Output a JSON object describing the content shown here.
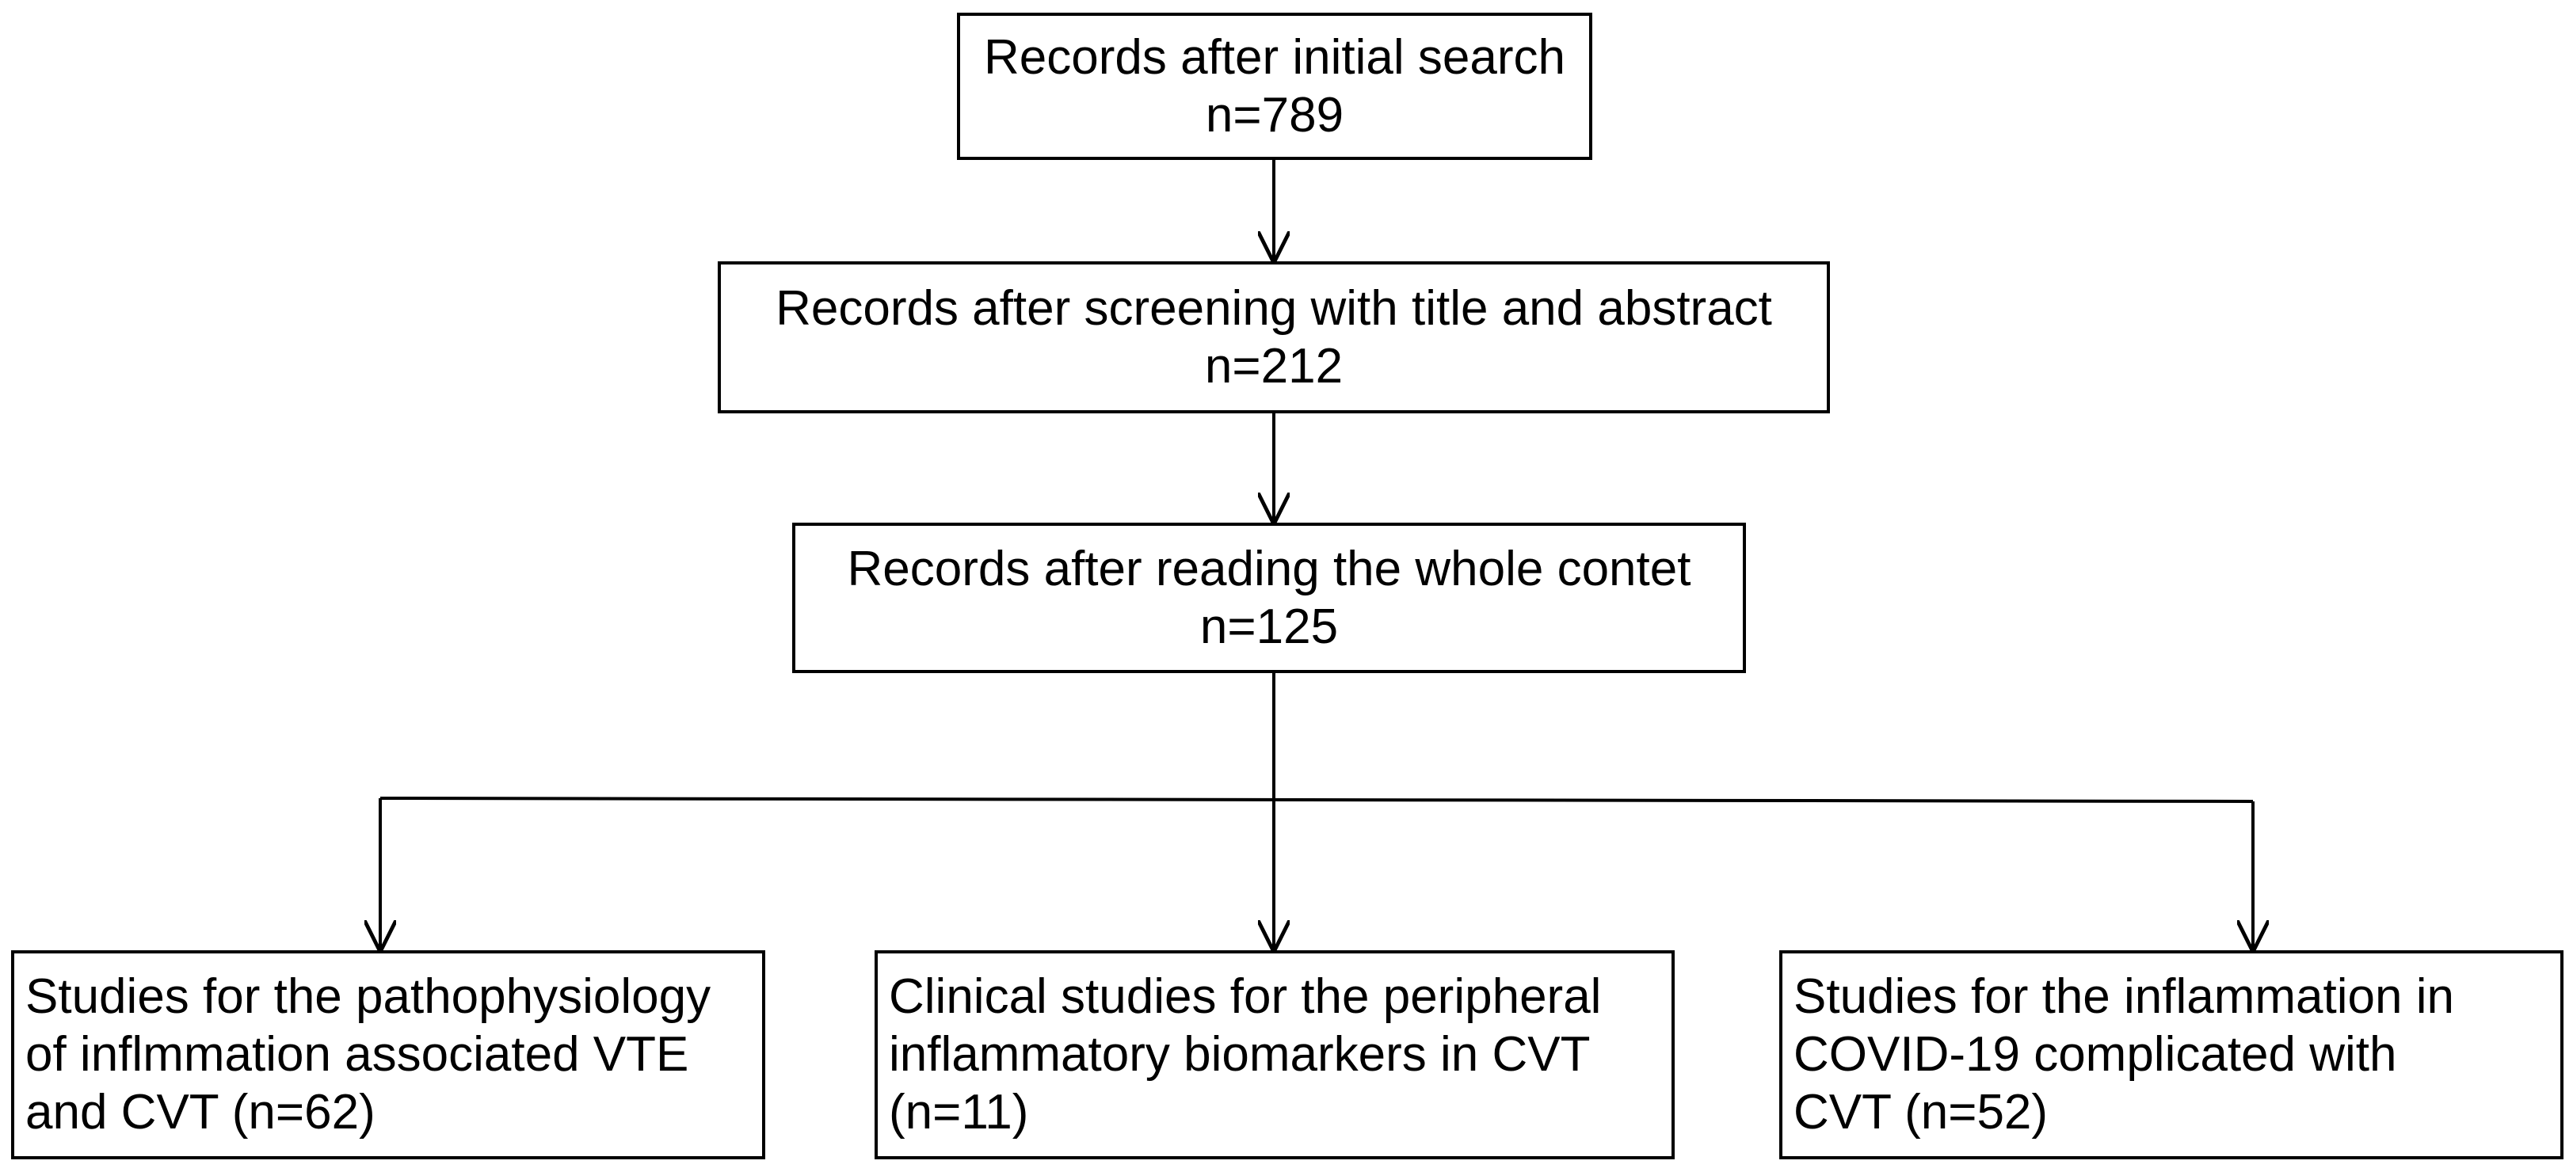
{
  "flow": {
    "initial_search": {
      "label": "Records after initial search",
      "count": "n=789"
    },
    "screening": {
      "label": "Records after screening with title and abstract",
      "count": "n=212"
    },
    "full_text": {
      "label": "Records after reading the whole contet",
      "count": "n=125"
    },
    "outcomes": [
      {
        "lines": [
          "Studies for the pathophysiology",
          "of inflmmation associated VTE",
          "and CVT (n=62)"
        ]
      },
      {
        "lines": [
          "Clinical studies for the peripheral",
          "inflammatory biomarkers in CVT",
          "(n=11)"
        ]
      },
      {
        "lines": [
          "Studies for the inflammation in",
          "COVID-19 complicated with",
          "CVT (n=52)"
        ]
      }
    ]
  },
  "colors": {
    "stroke": "#000000",
    "background": "#ffffff"
  }
}
